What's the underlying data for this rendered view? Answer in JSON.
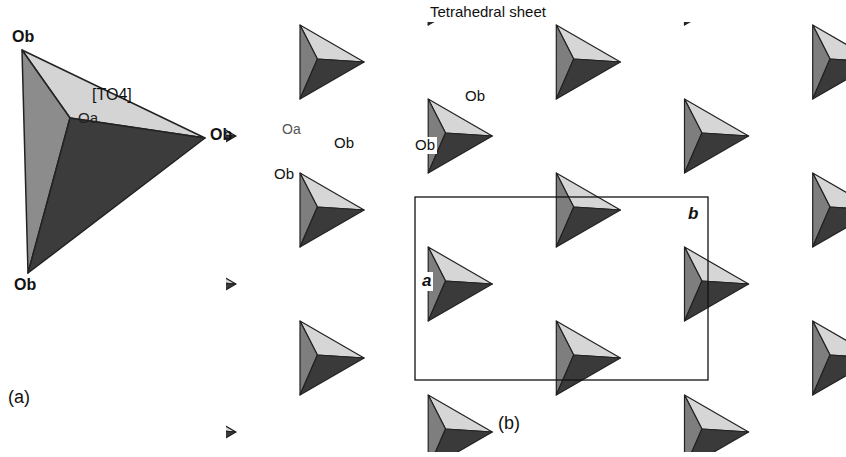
{
  "diagram": {
    "labels": [
      "[TO4]",
      "Ob",
      "Oa",
      "Ob",
      "Ob",
      "Tetrahedral sheet",
      "Ob",
      "Oa",
      "Ob",
      "Ob",
      "Ob",
      "b",
      "a",
      "(a)",
      "(b)"
    ]
  }
}
